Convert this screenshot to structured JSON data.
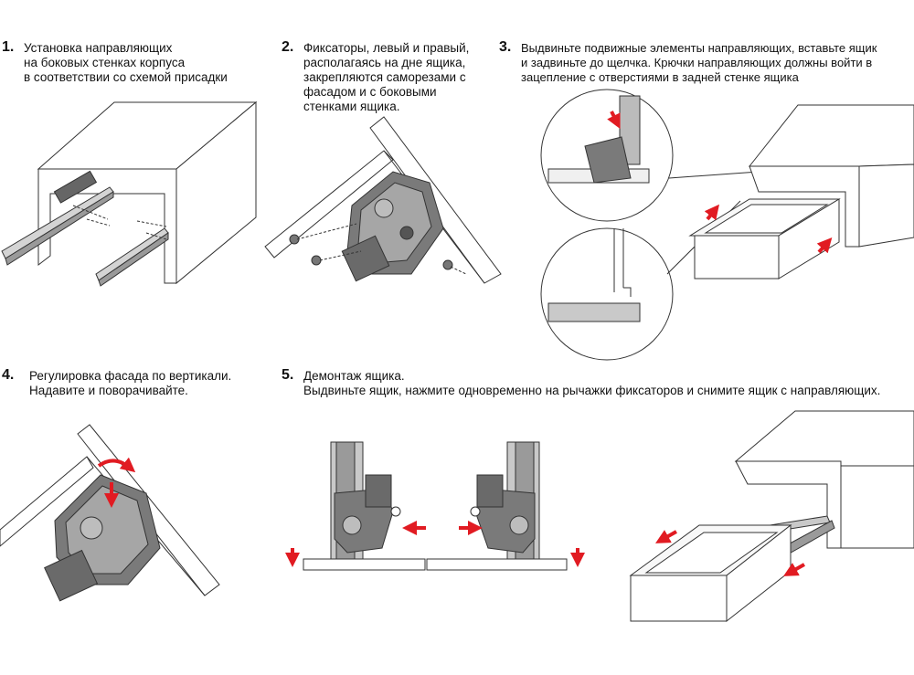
{
  "colors": {
    "accent": "#e11b22",
    "line": "#333333",
    "part_dark": "#555555",
    "part_mid": "#8a8a8a",
    "part_light": "#c9c9c9"
  },
  "steps": [
    {
      "num": "1.",
      "text": "Установка направляющих\nна боковых стенках корпуса\nв соответствии со схемой присадки"
    },
    {
      "num": "2.",
      "text": "Фиксаторы, левый и правый,\nрасполагаясь на дне ящика,\nзакрепляются саморезами с\nфасадом и с боковыми\nстенками ящика."
    },
    {
      "num": "3.",
      "text": "Выдвиньте подвижные элементы направляющих, вставьте ящик\nи задвиньте до щелчка.   Крючки направляющих должны войти в\nзацепление с отверстиями в задней стенке ящика"
    },
    {
      "num": "4.",
      "text": "Регулировка фасада по вертикали.\nНадавите и поворачивайте."
    },
    {
      "num": "5.",
      "text": "Демонтаж ящика.\nВыдвиньте ящик, нажмите одновременно на рычажки фиксаторов и снимите ящик с направляющих."
    }
  ]
}
